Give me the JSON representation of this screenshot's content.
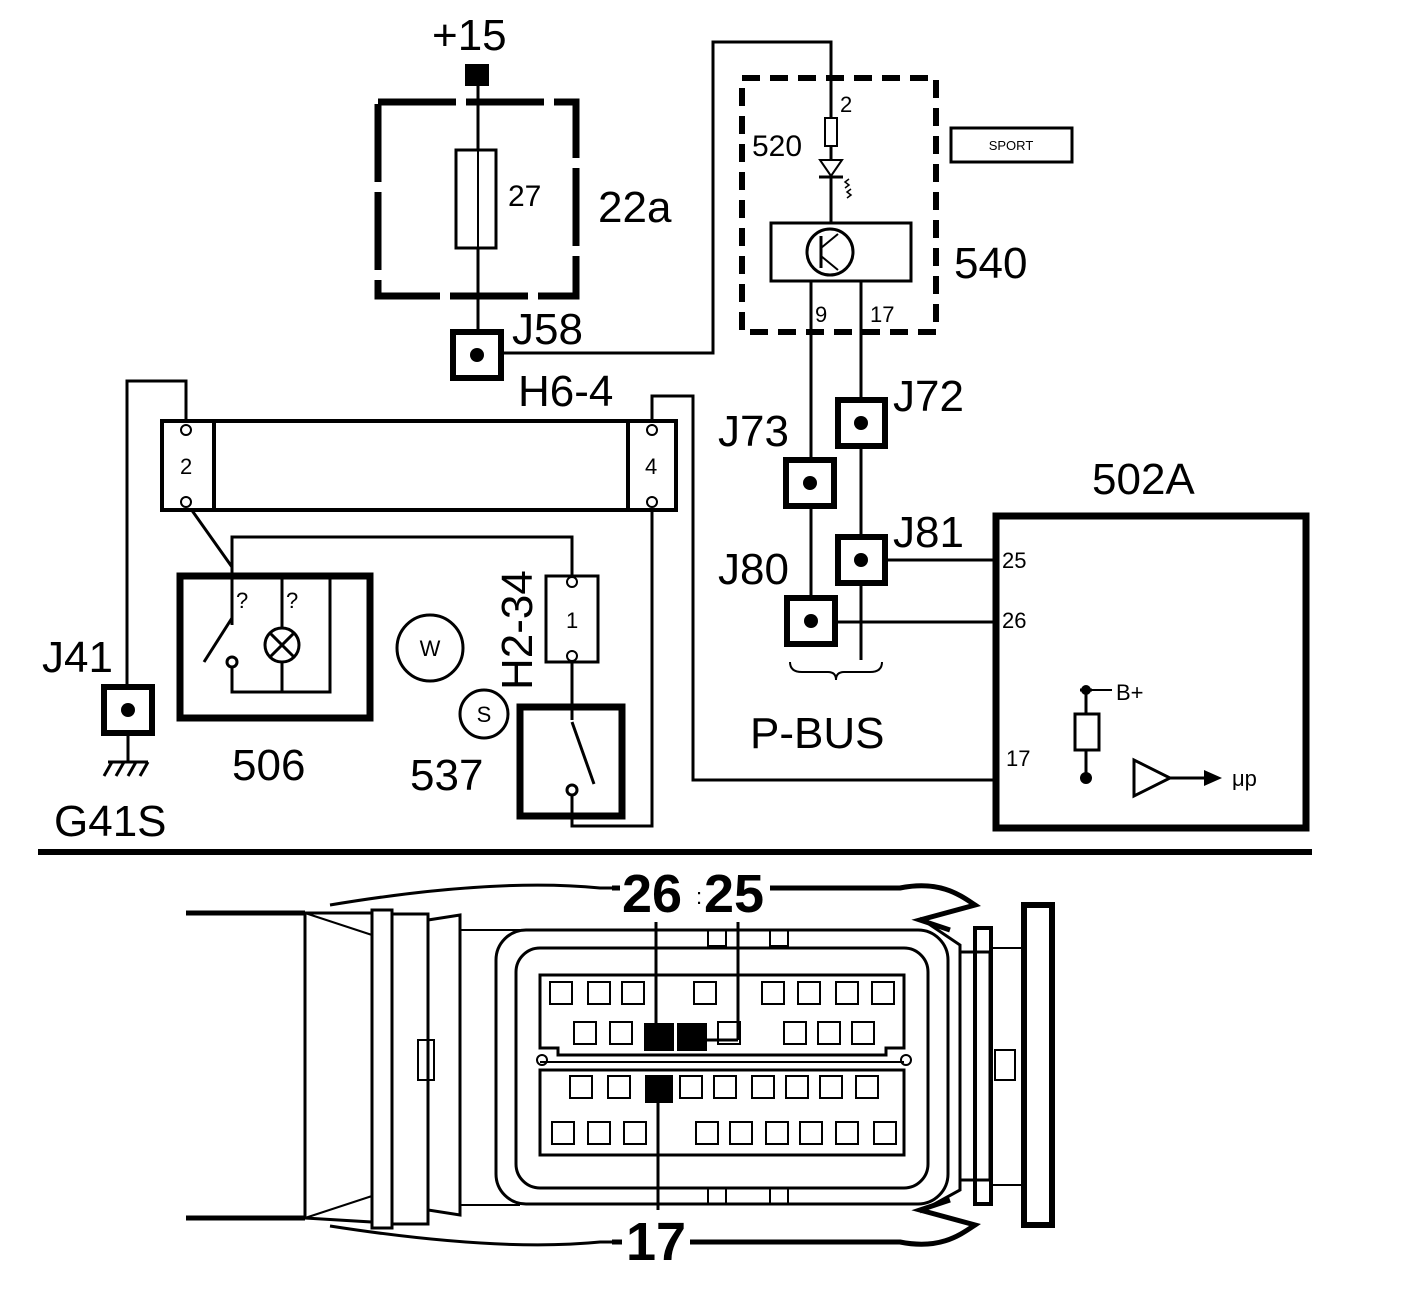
{
  "components": {
    "supply": "+15",
    "fuse_box": "22a",
    "fuse": "27",
    "connector_j58": "J58",
    "module_540": "540",
    "led_520": "520",
    "led_pin": "2",
    "sport_button": "SPORT",
    "pin_9": "9",
    "pin_17_top": "17",
    "connector_j72": "J72",
    "connector_j73": "J73",
    "connector_j81": "J81",
    "connector_j80": "J80",
    "p_bus": "P-BUS",
    "control_unit": "502A",
    "cu_pin_25": "25",
    "cu_pin_26": "26",
    "cu_pin_17": "17",
    "b_plus": "B+",
    "micro": "μp",
    "connector_h6_4": "H6-4",
    "h6_pin_2": "2",
    "h6_pin_4": "4",
    "connector_j41": "J41",
    "ground_g41s": "G41S",
    "switch_506": "506",
    "unknown_1": "?",
    "unknown_2": "?",
    "w_symbol": "W",
    "s_symbol": "S",
    "connector_h2_34": "H2-34",
    "h2_pin_1": "1",
    "switch_537": "537"
  },
  "connector_view": {
    "label_26": "26",
    "label_25": "25",
    "label_17": "17"
  }
}
